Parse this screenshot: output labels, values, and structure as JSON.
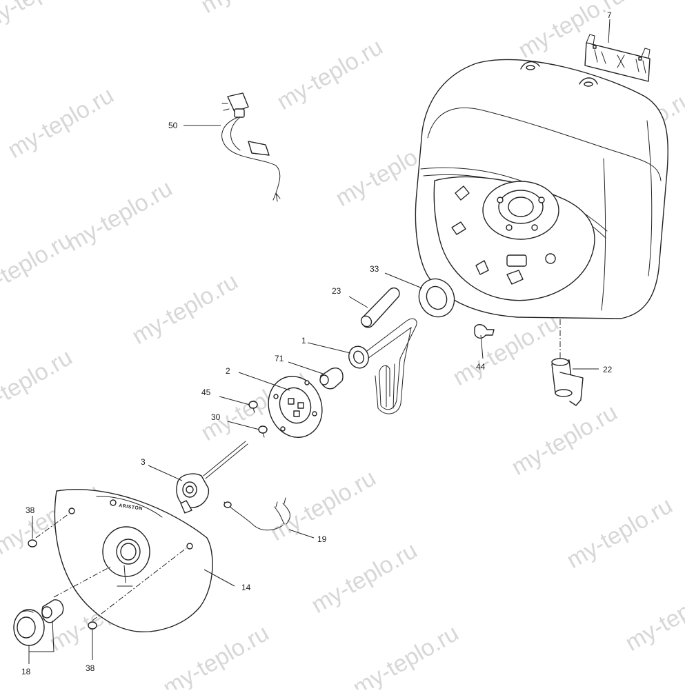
{
  "watermark": "my-teplo.ru",
  "brand_text": "ARISTON",
  "part_labels": {
    "p1": "1",
    "p2": "2",
    "p3": "3",
    "p7": "7",
    "p14": "14",
    "p18": "18",
    "p19": "19",
    "p22": "22",
    "p23": "23",
    "p30": "30",
    "p33": "33",
    "p38a": "38",
    "p38b": "38",
    "p44": "44",
    "p45": "45",
    "p50": "50",
    "p71": "71"
  }
}
